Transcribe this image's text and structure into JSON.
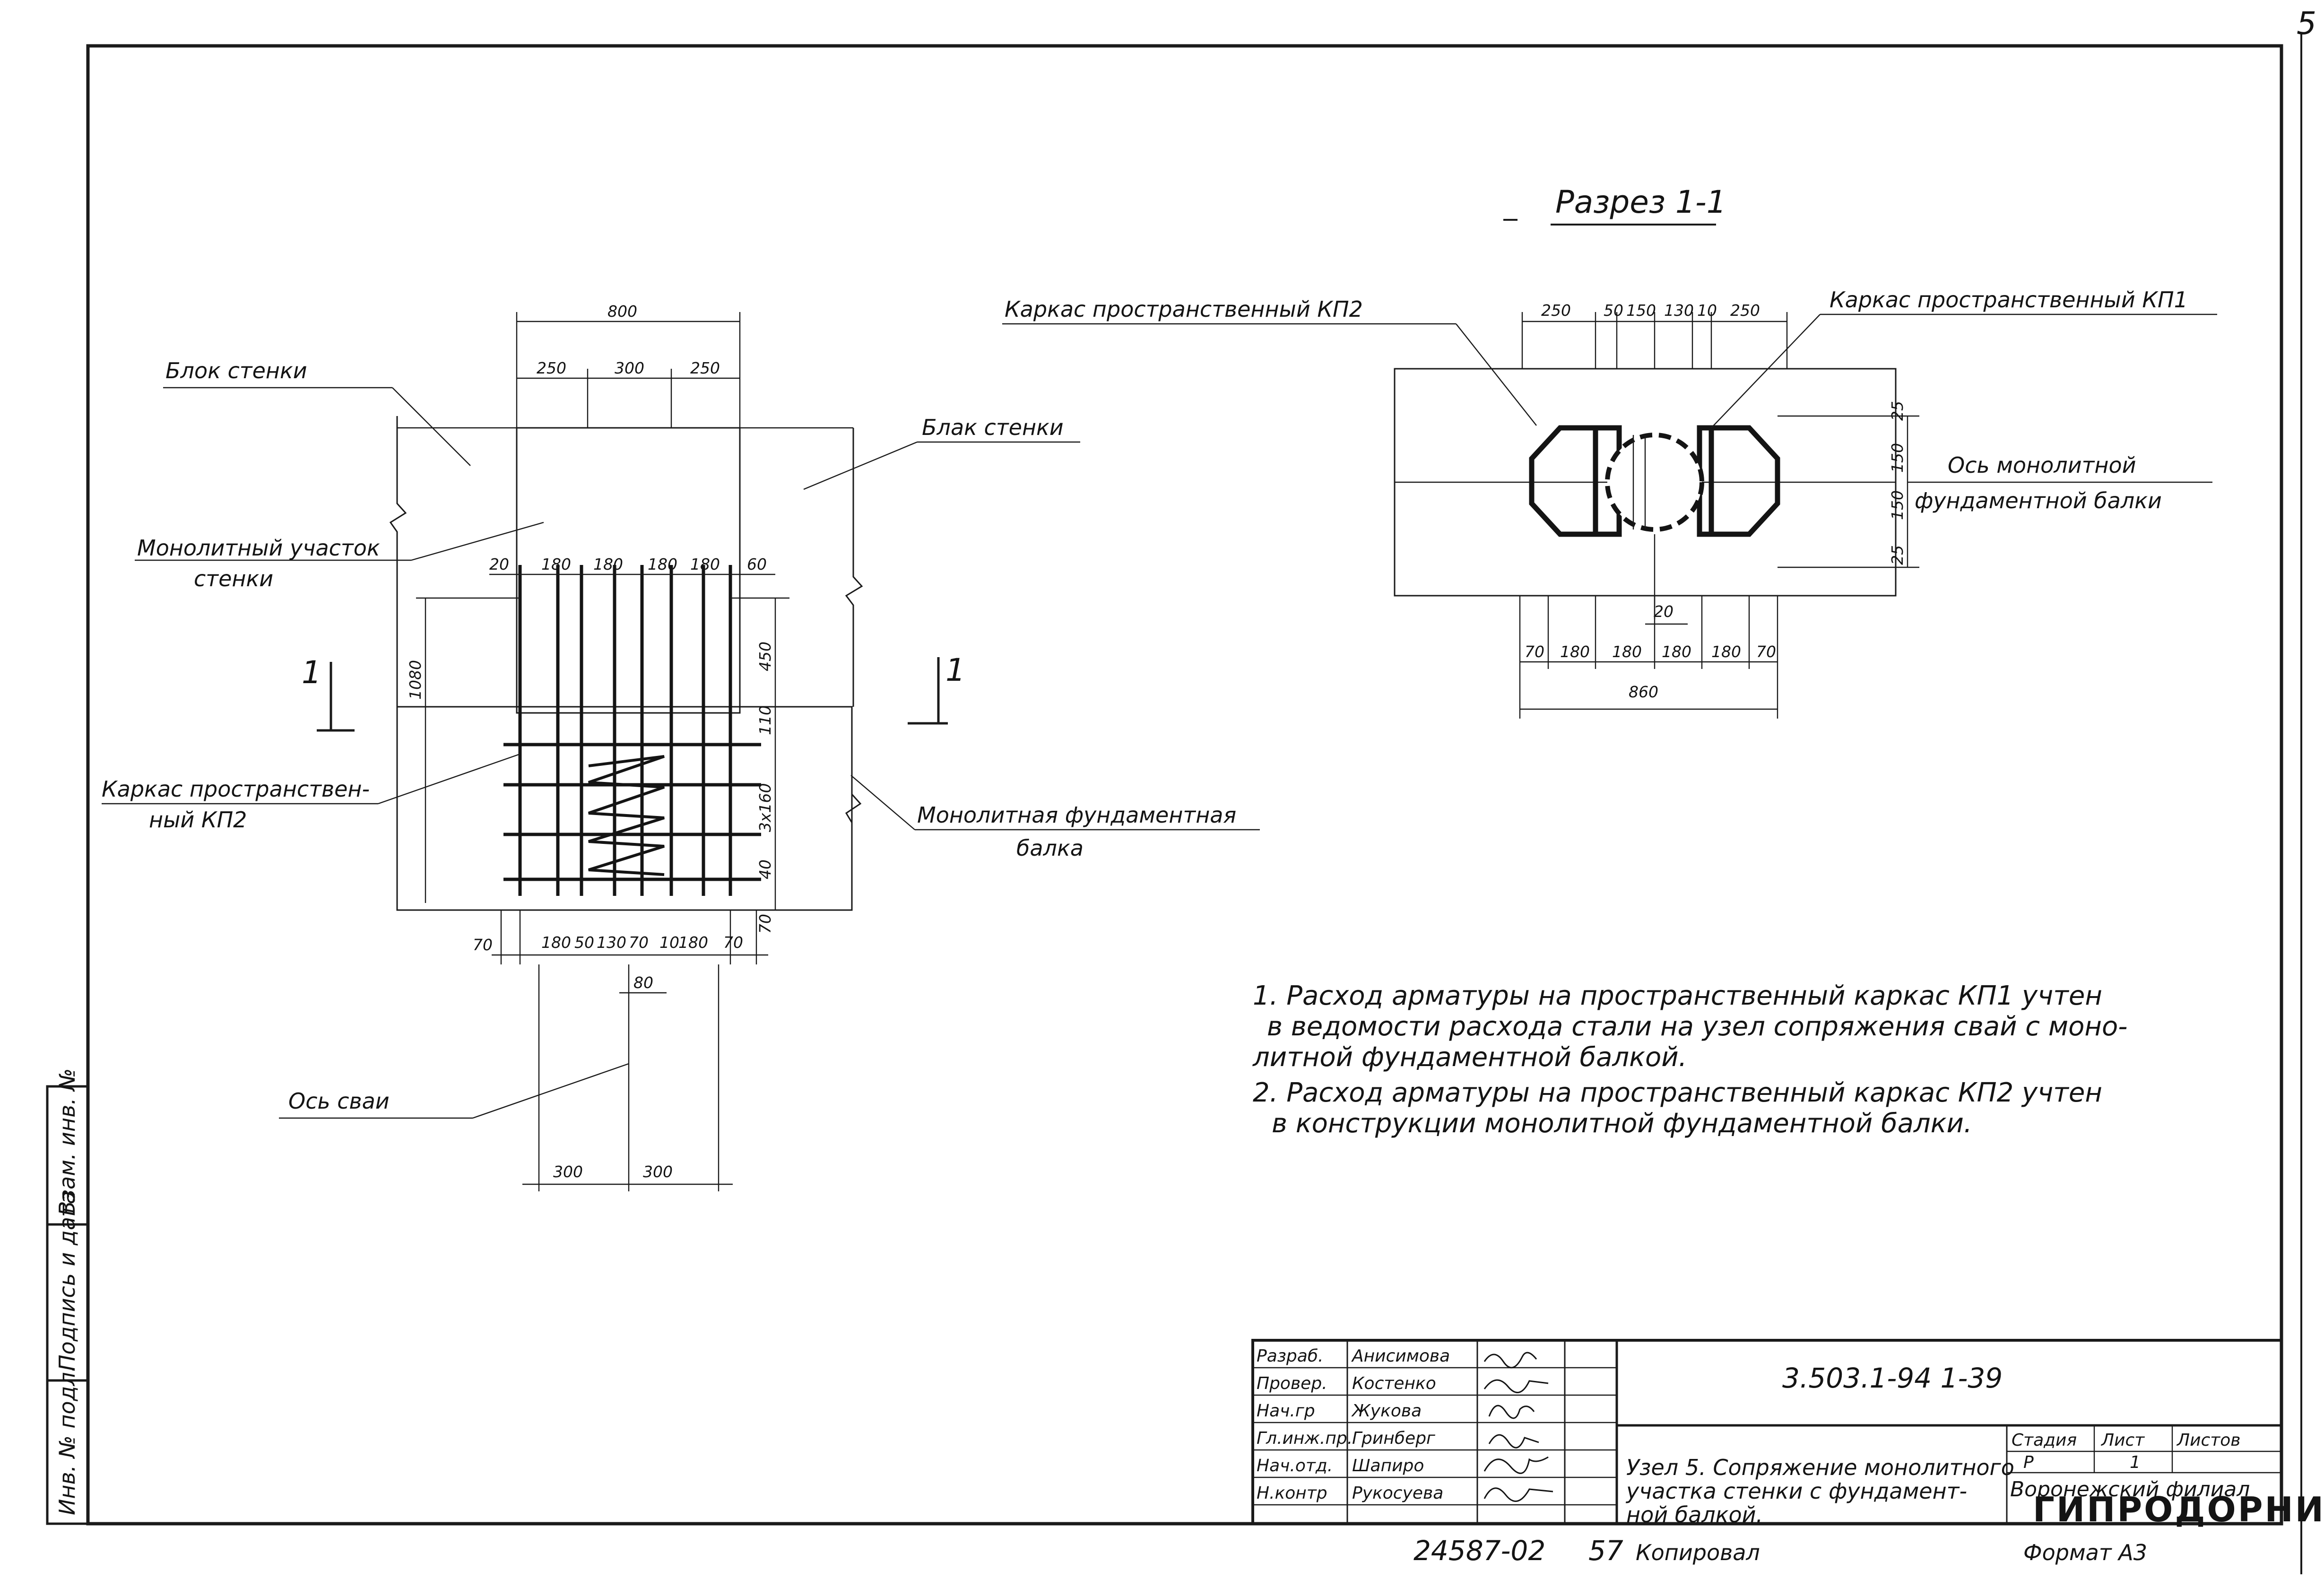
{
  "sheet_number": "5",
  "section_title": "Разрез 1-1",
  "elevation": {
    "labels": {
      "wall_block_left": "Блок стенки",
      "wall_block_right": "Блак стенки",
      "monolithic_section": [
        "Монолитный участок",
        "стенки"
      ],
      "frame_kp2": [
        "Каркас пространствен-",
        "ный КП2"
      ],
      "foundation_beam": [
        "Монолитная фундаментная",
        "балка"
      ],
      "pile_axis": "Ось сваи",
      "cut_mark": "1"
    },
    "dimensions": {
      "top_total": "800",
      "top_parts": [
        "250",
        "300",
        "250"
      ],
      "mid_parts": [
        "20",
        "180",
        "180",
        "180",
        "180",
        "60"
      ],
      "height_left": "1080",
      "height_right_top": "450",
      "height_right_mid": "110",
      "height_right_spacing": "3x160",
      "height_right_low1": "40",
      "height_right_low2": "70",
      "bottom_parts": [
        "70",
        "180",
        "50",
        "130",
        "70",
        "10",
        "180",
        "70"
      ],
      "bottom_small": "80",
      "pile_parts": [
        "300",
        "300"
      ]
    }
  },
  "section": {
    "labels": {
      "frame_kp2": "Каркас пространственный КП2",
      "frame_kp1": "Каркас пространственный КП1",
      "beam_axis": [
        "Ось монолитной",
        "фундаментной балки"
      ]
    },
    "dimensions": {
      "top_parts": [
        "250",
        "50",
        "150",
        "130",
        "10",
        "250"
      ],
      "right_parts": [
        "25",
        "150",
        "150",
        "25"
      ],
      "center_small": "20",
      "bottom_parts": [
        "70",
        "180",
        "180",
        "180",
        "180",
        "70"
      ],
      "bottom_total": "860"
    }
  },
  "notes": [
    [
      "1. Расход арматуры на пространственный каркас КП1 учтен",
      "в ведомости расхода стали на узел сопряжения свай с моно-",
      "литной фундаментной балкой."
    ],
    [
      "2. Расход арматуры на пространственный каркас КП2 учтен",
      "в конструкции монолитной фундаментной балки."
    ]
  ],
  "title_block": {
    "roles": [
      "Разраб.",
      "Провер.",
      "Нач.гр",
      "Гл.инж.пр.",
      "Нач.отд.",
      "Н.контр"
    ],
    "names": [
      "Анисимова",
      "Костенко",
      "Жукова",
      "Гринберг",
      "Шапиро",
      "Рукосуева"
    ],
    "doc_code": "3.503.1-94 1-39",
    "description": [
      "Узел 5. Сопряжение монолитного",
      "участка стенки с фундамент-",
      "ной балкой."
    ],
    "stage_header": "Стадия",
    "sheet_header": "Лист",
    "sheets_header": "Листов",
    "stage": "Р",
    "sheet": "1",
    "org_line1": "Воронежский филиал",
    "org_line2": "ГИПРОДОРНИИ"
  },
  "left_strip": [
    "Взам. инв. №",
    "Подпись и дата",
    "Инв. № подл."
  ],
  "footer": {
    "inventory": "24587-02",
    "page": "57",
    "copied": "Копировал",
    "format": "Формат А3"
  }
}
